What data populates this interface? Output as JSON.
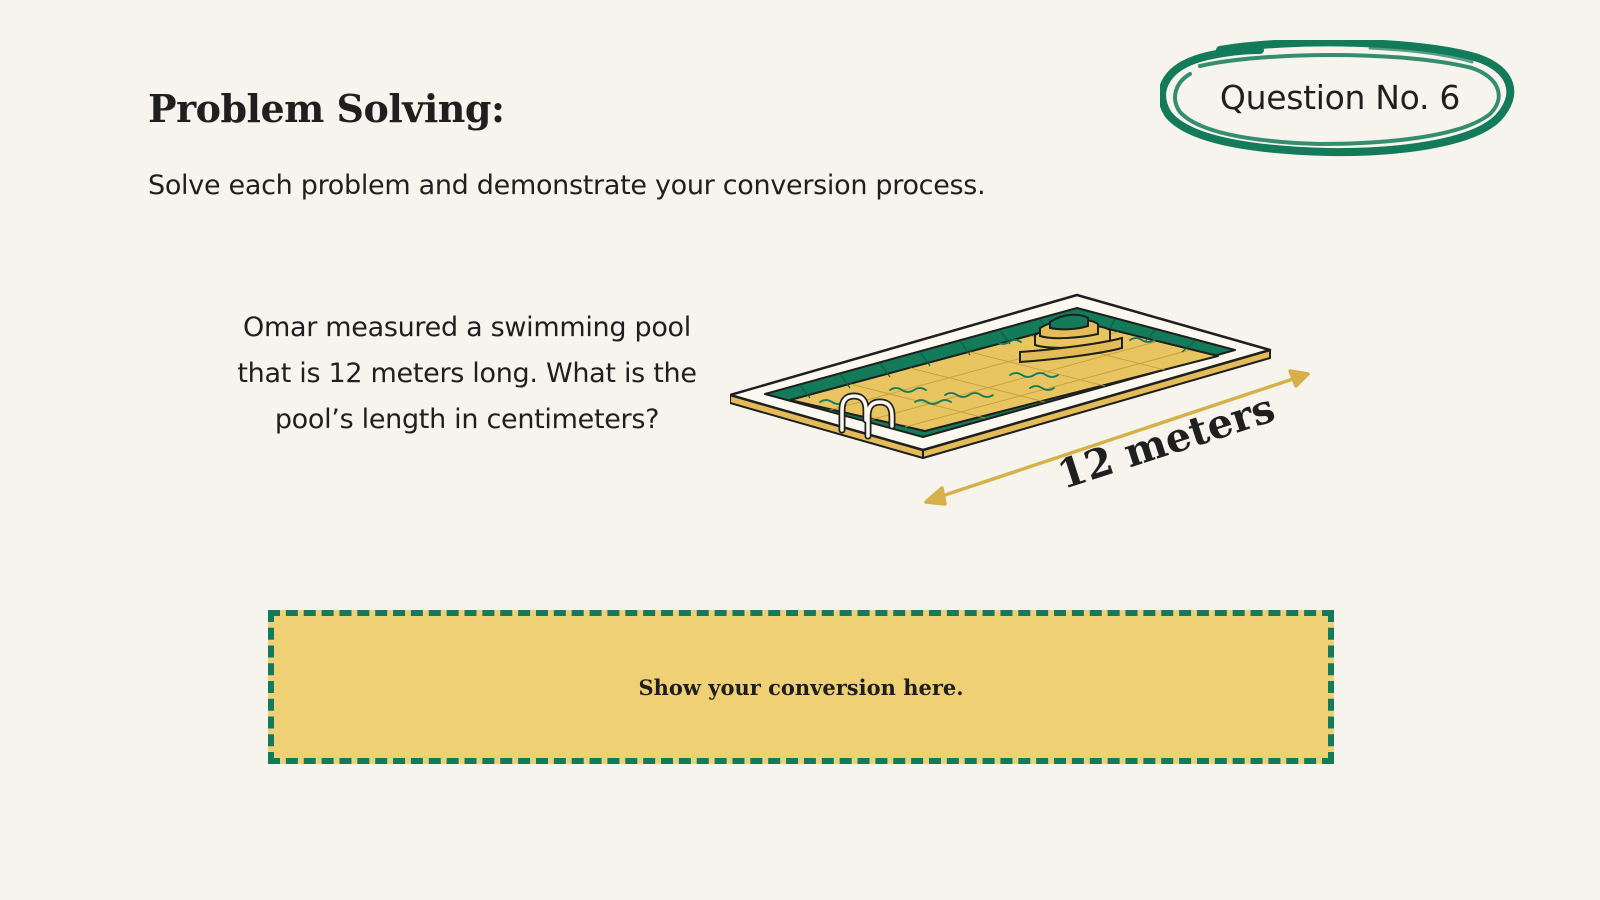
{
  "slide": {
    "heading": "Problem Solving:",
    "instructions": "Solve each problem and demonstrate your conversion process.",
    "question_badge": "Question No. 6",
    "problem_text": "Omar measured a swimming pool that is 12 meters long. What is the pool’s length in centimeters?",
    "illustration": {
      "icon": "swimming-pool-icon",
      "dimension_label": "12 meters"
    },
    "answer_box": {
      "placeholder": "Show your conversion here."
    }
  },
  "colors": {
    "background": "#f6f4ec",
    "accent_green": "#137a5a",
    "accent_gold": "#d7b04a",
    "answer_fill": "#efd074",
    "text": "#1f1f1f"
  }
}
